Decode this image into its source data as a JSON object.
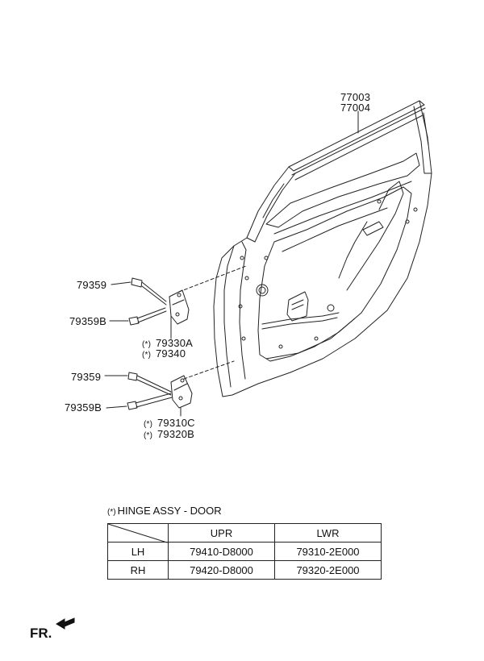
{
  "labels": {
    "part_77003": "77003",
    "part_77004": "77004",
    "part_79359_upper": "79359",
    "part_79359b_upper": "79359B",
    "part_79330a": "79330A",
    "part_79340": "79340",
    "part_79359_lower": "79359",
    "part_79359b_lower": "79359B",
    "part_79310c": "79310C",
    "part_79320b": "79320B",
    "star_mark": "(*)"
  },
  "note": {
    "marker": "(*)",
    "text": "HINGE ASSY - DOOR"
  },
  "table": {
    "headers": [
      "",
      "UPR",
      "LWR"
    ],
    "rows": [
      [
        "LH",
        "79410-D8000",
        "79310-2E000"
      ],
      [
        "RH",
        "79420-D8000",
        "79320-2E000"
      ]
    ]
  },
  "direction": {
    "label": "FR."
  }
}
